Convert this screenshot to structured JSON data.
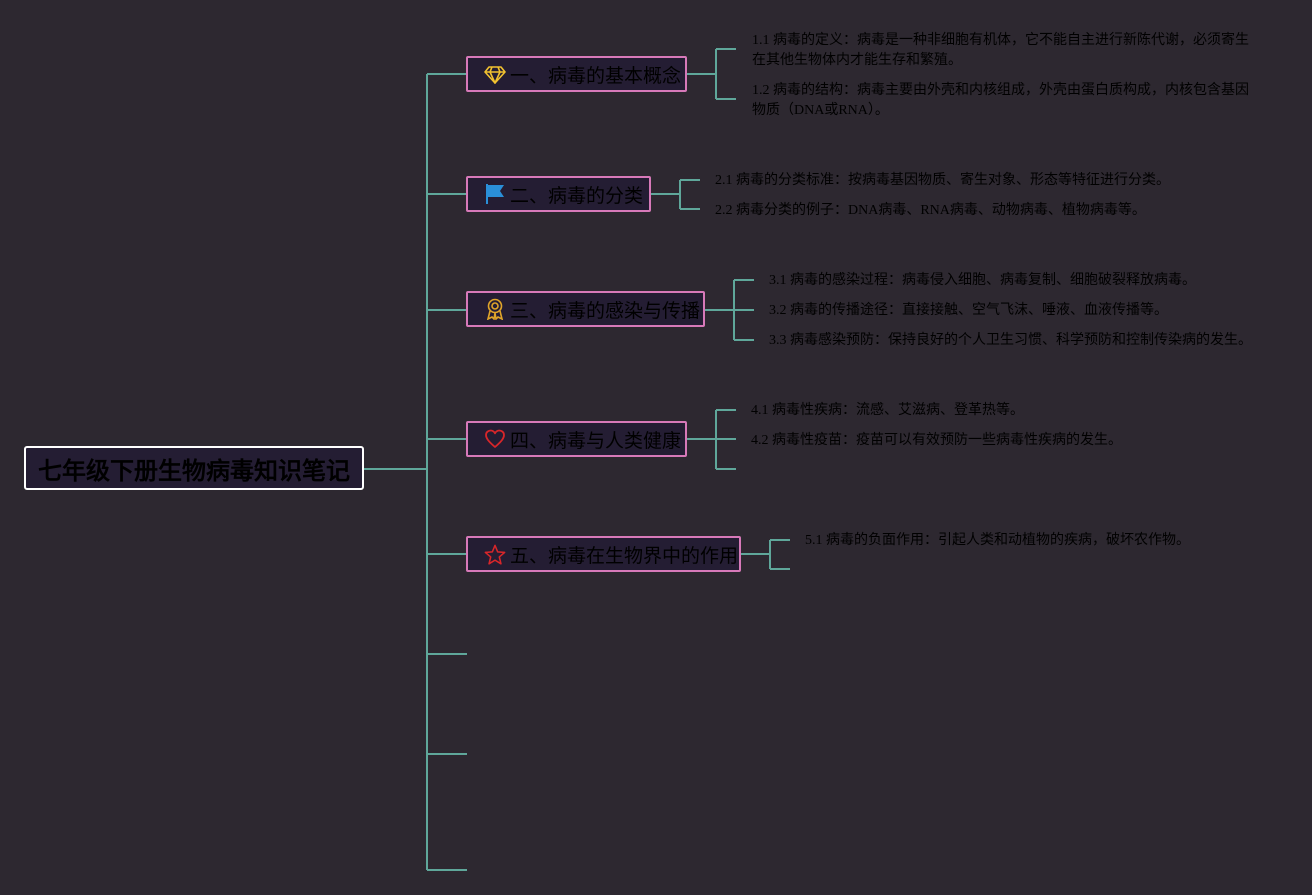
{
  "root": {
    "title": "七年级下册生物病毒知识笔记"
  },
  "branches": [
    {
      "label": "一、病毒的基本概念",
      "icon": "diamond-icon",
      "icon_color": "#f2c230",
      "leaves": [
        "1.1 病毒的定义：病毒是一种非细胞有机体，它不能自主进行新陈代谢，必须寄生在其他生物体内才能生存和繁殖。",
        "1.2 病毒的结构：病毒主要由外壳和内核组成，外壳由蛋白质构成，内核包含基因物质（DNA或RNA）。"
      ]
    },
    {
      "label": "二、病毒的分类",
      "icon": "flag-icon",
      "icon_color": "#2a8fd8",
      "leaves": [
        "2.1 病毒的分类标准：按病毒基因物质、寄生对象、形态等特征进行分类。",
        "2.2 病毒分类的例子：DNA病毒、RNA病毒、动物病毒、植物病毒等。"
      ]
    },
    {
      "label": "三、病毒的感染与传播",
      "icon": "medal-icon",
      "icon_color": "#e0a52a",
      "leaves": [
        "3.1 病毒的感染过程：病毒侵入细胞、病毒复制、细胞破裂释放病毒。",
        "3.2 病毒的传播途径：直接接触、空气飞沫、唾液、血液传播等。",
        "3.3 病毒感染预防：保持良好的个人卫生习惯、科学预防和控制传染病的发生。"
      ]
    },
    {
      "label": "四、病毒与人类健康",
      "icon": "heart-icon",
      "icon_color": "#d8262a",
      "leaves": [
        "4.1 病毒性疾病：流感、艾滋病、登革热等。",
        "4.2 病毒性疫苗：疫苗可以有效预防一些病毒性疾病的发生。"
      ]
    },
    {
      "label": "五、病毒在生物界中的作用",
      "icon": "star-icon",
      "icon_color": "#d8262a",
      "leaves": [
        "5.1 病毒的负面作用：引起人类和动植物的疾病，破坏农作物。"
      ]
    }
  ],
  "colors": {
    "background": "#2d2830",
    "connector": "#5fa79a",
    "branch_border": "#d779b9",
    "node_fill": "#241d33"
  }
}
